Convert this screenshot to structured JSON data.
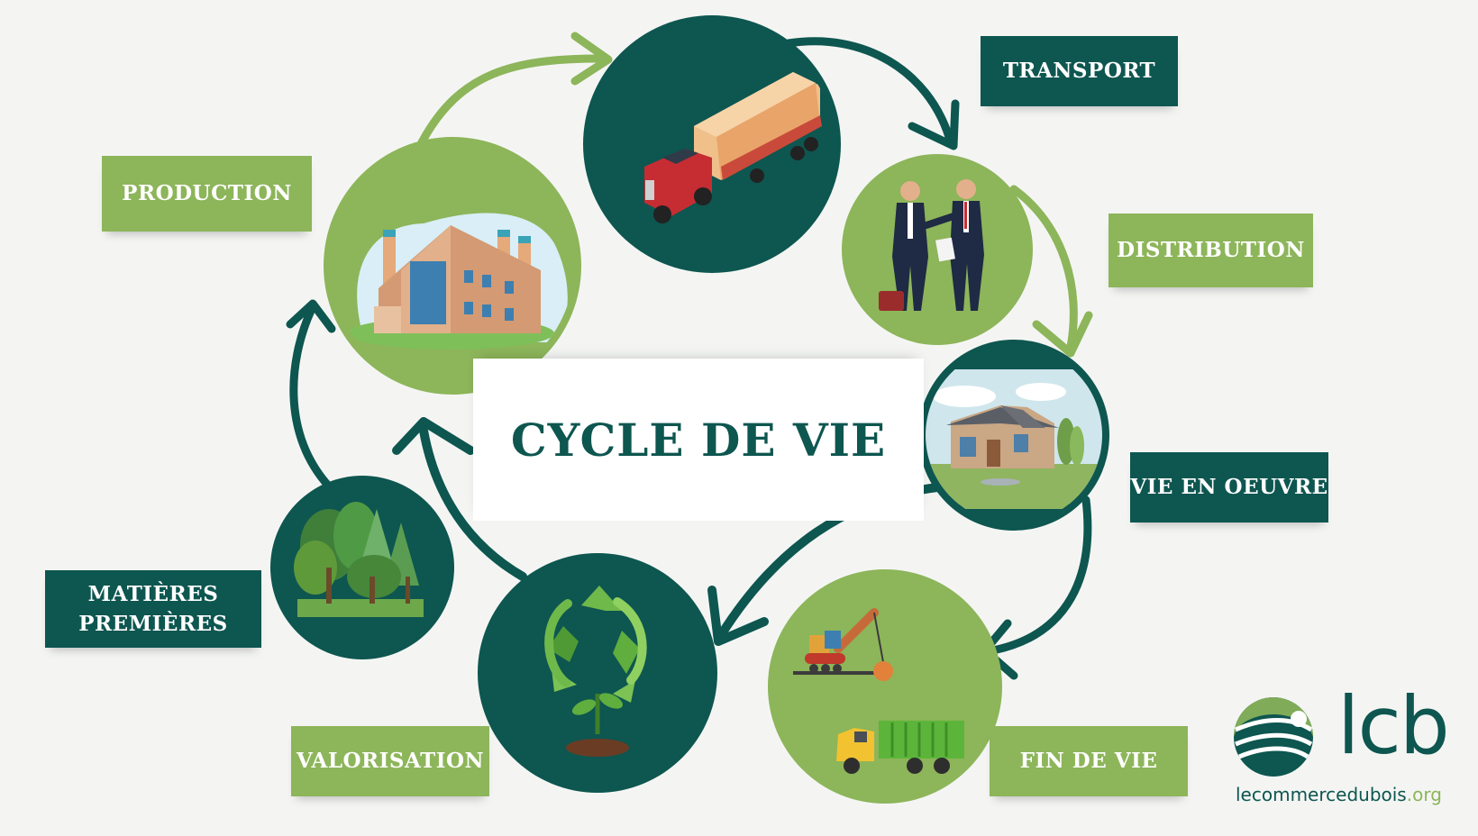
{
  "title": "CYCLE DE VIE",
  "colors": {
    "dark_green": "#0e5650",
    "light_green": "#8db55a",
    "background": "#f4f5f3"
  },
  "stages": {
    "production": "PRODUCTION",
    "transport": "TRANSPORT",
    "distribution": "DISTRIBUTION",
    "vie_en_oeuvre": "VIE EN OEUVRE",
    "fin_de_vie": "FIN DE VIE",
    "valorisation": "VALORISATION",
    "matieres_premieres": [
      "MATIÈRES",
      "PREMIÈRES"
    ]
  },
  "illustrations": {
    "production": "factory",
    "transport": "truck",
    "distribution": "business-handshake",
    "vie_en_oeuvre": "house",
    "fin_de_vie": "demolition-machinery",
    "valorisation": "recycling-plant",
    "matieres_premieres": "forest"
  },
  "logo": {
    "mark": "lcb",
    "url_part1": "lecommercedubois",
    "url_part2": ".org"
  }
}
